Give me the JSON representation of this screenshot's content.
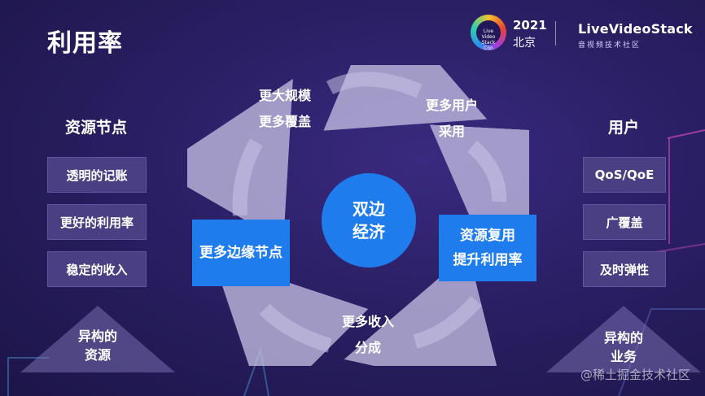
{
  "title": "利用率",
  "header": {
    "logo_text": "Live Video Stack Con",
    "year": "2021",
    "city": "北京",
    "brand": "LiveVideoStack",
    "brand_sub": "音视频技术社区"
  },
  "left": {
    "heading": "资源节点",
    "items": [
      "透明的记账",
      "更好的利用率",
      "稳定的收入"
    ],
    "pyramid": [
      "异构的",
      "资源"
    ]
  },
  "right": {
    "heading": "用户",
    "items": [
      "QoS/QoE",
      "广覆盖",
      "及时弹性"
    ],
    "pyramid": [
      "异构的",
      "业务"
    ]
  },
  "cycle": {
    "center": [
      "双边",
      "经济"
    ],
    "top_left": [
      "更大规模",
      "更多覆盖"
    ],
    "top_right": [
      "更多用户",
      "采用"
    ],
    "bottom": [
      "更多收入",
      "分成"
    ],
    "left_box": "更多边缘节点",
    "right_box": [
      "资源复用",
      "提升利用率"
    ]
  },
  "watermark": "@稀土掘金技术社区",
  "colors": {
    "accent_blue": "#1f7cec",
    "box_purple": "#4b3f83",
    "background": "#2a1f64"
  }
}
